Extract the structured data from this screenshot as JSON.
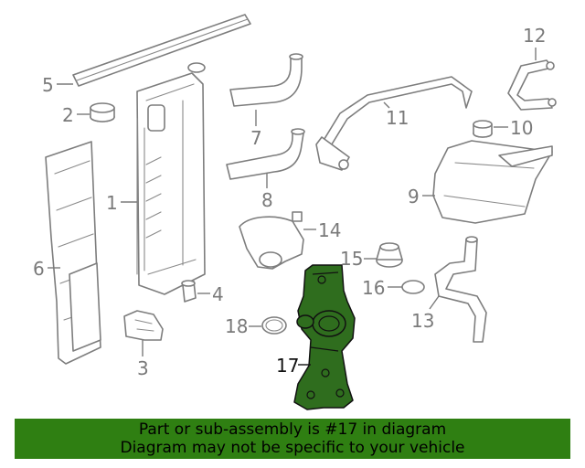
{
  "callouts": {
    "c1": "1",
    "c2": "2",
    "c3": "3",
    "c4": "4",
    "c5": "5",
    "c6": "6",
    "c7": "7",
    "c8": "8",
    "c9": "9",
    "c10": "10",
    "c11": "11",
    "c12": "12",
    "c13": "13",
    "c14": "14",
    "c15": "15",
    "c16": "16",
    "c17": "17",
    "c18": "18"
  },
  "highlight_color": "#2f7f12",
  "banner": {
    "line1": "Part or sub-assembly is #17 in diagram",
    "line2": "Diagram may not be specific to your vehicle"
  }
}
